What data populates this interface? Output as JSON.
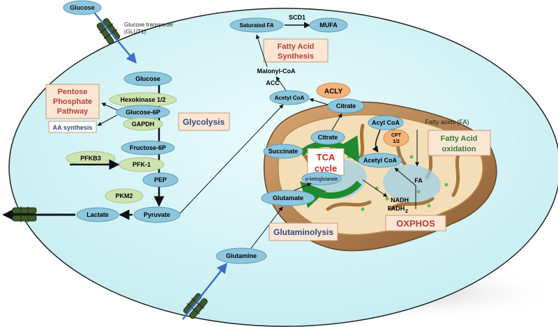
{
  "transport": {
    "glucose_out": "Glucose",
    "glut1_label_1": "Glucose transporter",
    "glut1_label_2": "(GLUT1)"
  },
  "glycolysis": {
    "glucose": "Glucose",
    "hexokinase": "Hexokinase 1/2",
    "glucose6p": "Glucose-6P",
    "gapdh": "GAPDH",
    "fructose6p": "Fructose-6P",
    "pfkb3": "PFKB3",
    "pfk1": "PFK-1",
    "pep": "PEP",
    "pkm2": "PKM2",
    "pyruvate": "Pyruvate",
    "lactate": "Lactate",
    "title": "Glycolysis"
  },
  "ppp": {
    "line1": "Pentose",
    "line2": "Phosphate",
    "line3": "Pathway",
    "aa_synthesis": "AA synthesis"
  },
  "fas": {
    "saturated_fa": "Saturated FA",
    "scd1": "SCD1",
    "mufa": "MUFA",
    "title_line1": "Fatty Acid",
    "title_line2": "Synthesis",
    "malonyl_coa": "Malonyl-CoA",
    "acc": "ACC",
    "acetyl_coa": "Acetyl CoA",
    "acly": "ACLY",
    "citrate": "Citrate"
  },
  "mito": {
    "citrate": "Citrate",
    "succinate": "Succinate",
    "tca_line1": "TCA",
    "tca_line2": "cycle",
    "akg": "α-ketoglutarate",
    "acetyl_coa": "Acetyl CoA",
    "acyl_coa": "Acyl CoA",
    "cpt_line1": "CPT",
    "cpt_line2": "1/2",
    "nadh": "NADH",
    "fadh": "FADH",
    "fadh_sub": "2",
    "fa": "FA",
    "oxphos": "OXPHOS"
  },
  "fao": {
    "fatty_acids": "Fatty acids (FA)",
    "title_line1": "Fatty Acid",
    "title_line2": "oxidation"
  },
  "glutaminolysis": {
    "glutamate": "Glutamate",
    "glutamine": "Glutamine",
    "title": "Glutaminolysis"
  },
  "colors": {
    "cell_fill": "#d9f5f7",
    "node_fill": "#8ec6dc",
    "enzyme_fill": "#cfe3b0",
    "label_box_fill": "#fbe6d4",
    "label_box_border": "#c99a72",
    "pathway_red": "#b3413a",
    "tca_red": "#e02020",
    "glycolysis_text": "#2f4a7a",
    "transporter": "#3e5a2c",
    "arrow_blue": "#3d6fc2",
    "acly_fill": "#f3b37a"
  }
}
